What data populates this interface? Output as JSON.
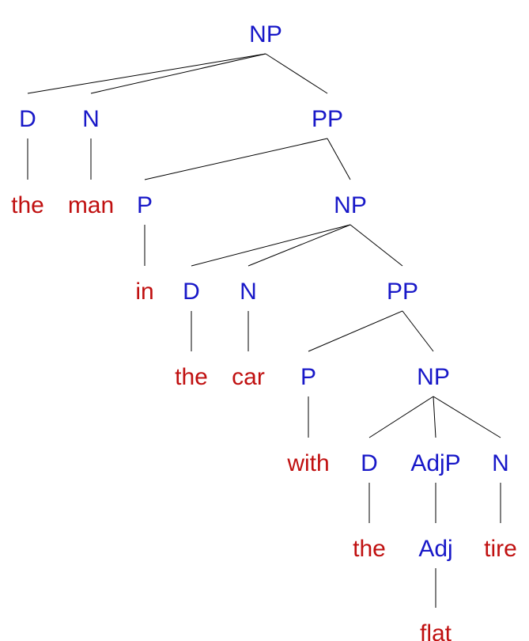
{
  "colors": {
    "category": "#1818c8",
    "word": "#c01010",
    "edge": "#000000"
  },
  "tree": {
    "root": {
      "label": "NP",
      "kind": "category",
      "children": [
        {
          "label": "D",
          "kind": "category",
          "children": [
            {
              "label": "the",
              "kind": "word"
            }
          ]
        },
        {
          "label": "N",
          "kind": "category",
          "children": [
            {
              "label": "man",
              "kind": "word"
            }
          ]
        },
        {
          "label": "PP",
          "kind": "category",
          "children": [
            {
              "label": "P",
              "kind": "category",
              "children": [
                {
                  "label": "in",
                  "kind": "word"
                }
              ]
            },
            {
              "label": "NP",
              "kind": "category",
              "children": [
                {
                  "label": "D",
                  "kind": "category",
                  "children": [
                    {
                      "label": "the",
                      "kind": "word"
                    }
                  ]
                },
                {
                  "label": "N",
                  "kind": "category",
                  "children": [
                    {
                      "label": "car",
                      "kind": "word"
                    }
                  ]
                },
                {
                  "label": "PP",
                  "kind": "category",
                  "children": [
                    {
                      "label": "P",
                      "kind": "category",
                      "children": [
                        {
                          "label": "with",
                          "kind": "word"
                        }
                      ]
                    },
                    {
                      "label": "NP",
                      "kind": "category",
                      "children": [
                        {
                          "label": "D",
                          "kind": "category",
                          "children": [
                            {
                              "label": "the",
                              "kind": "word"
                            }
                          ]
                        },
                        {
                          "label": "AdjP",
                          "kind": "category",
                          "children": [
                            {
                              "label": "Adj",
                              "kind": "category",
                              "children": [
                                {
                                  "label": "flat",
                                  "kind": "word"
                                }
                              ]
                            }
                          ]
                        },
                        {
                          "label": "N",
                          "kind": "category",
                          "children": [
                            {
                              "label": "tire",
                              "kind": "word"
                            }
                          ]
                        }
                      ]
                    }
                  ]
                }
              ]
            }
          ]
        }
      ]
    }
  }
}
